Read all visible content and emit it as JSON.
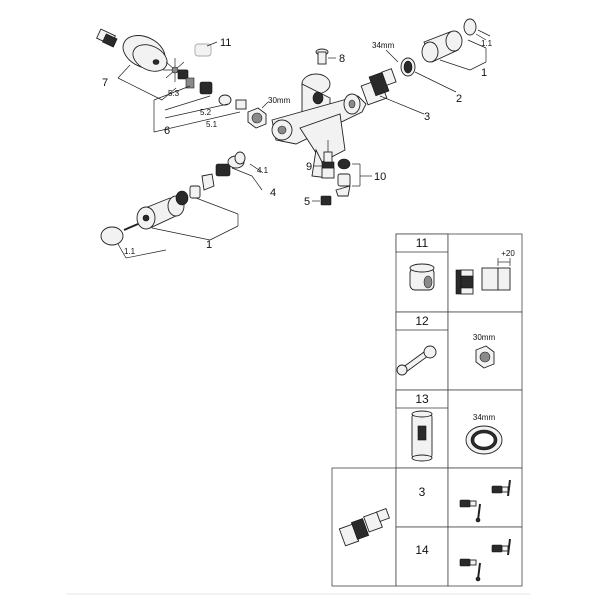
{
  "callouts": {
    "p1_top": "1",
    "p1_bottom": "1",
    "p1_1_top": "1.1",
    "p1_1_bottom": "1.1",
    "p2": "2",
    "p3": "3",
    "p4": "4",
    "p4_1": "4.1",
    "p5": "5",
    "p5_1": "5.1",
    "p5_2": "5.2",
    "p5_3": "5.3",
    "p6": "6",
    "p7": "7",
    "p8": "8",
    "p9": "9",
    "p10": "10",
    "p11": "11",
    "size_30": "30mm",
    "size_34": "34mm"
  },
  "table": {
    "row11": {
      "num": "11",
      "extra": "+20"
    },
    "row12": {
      "num": "12",
      "size": "30mm"
    },
    "row13": {
      "num": "13",
      "size": "34mm"
    },
    "row3": {
      "num": "3"
    },
    "row14": {
      "num": "14"
    }
  }
}
